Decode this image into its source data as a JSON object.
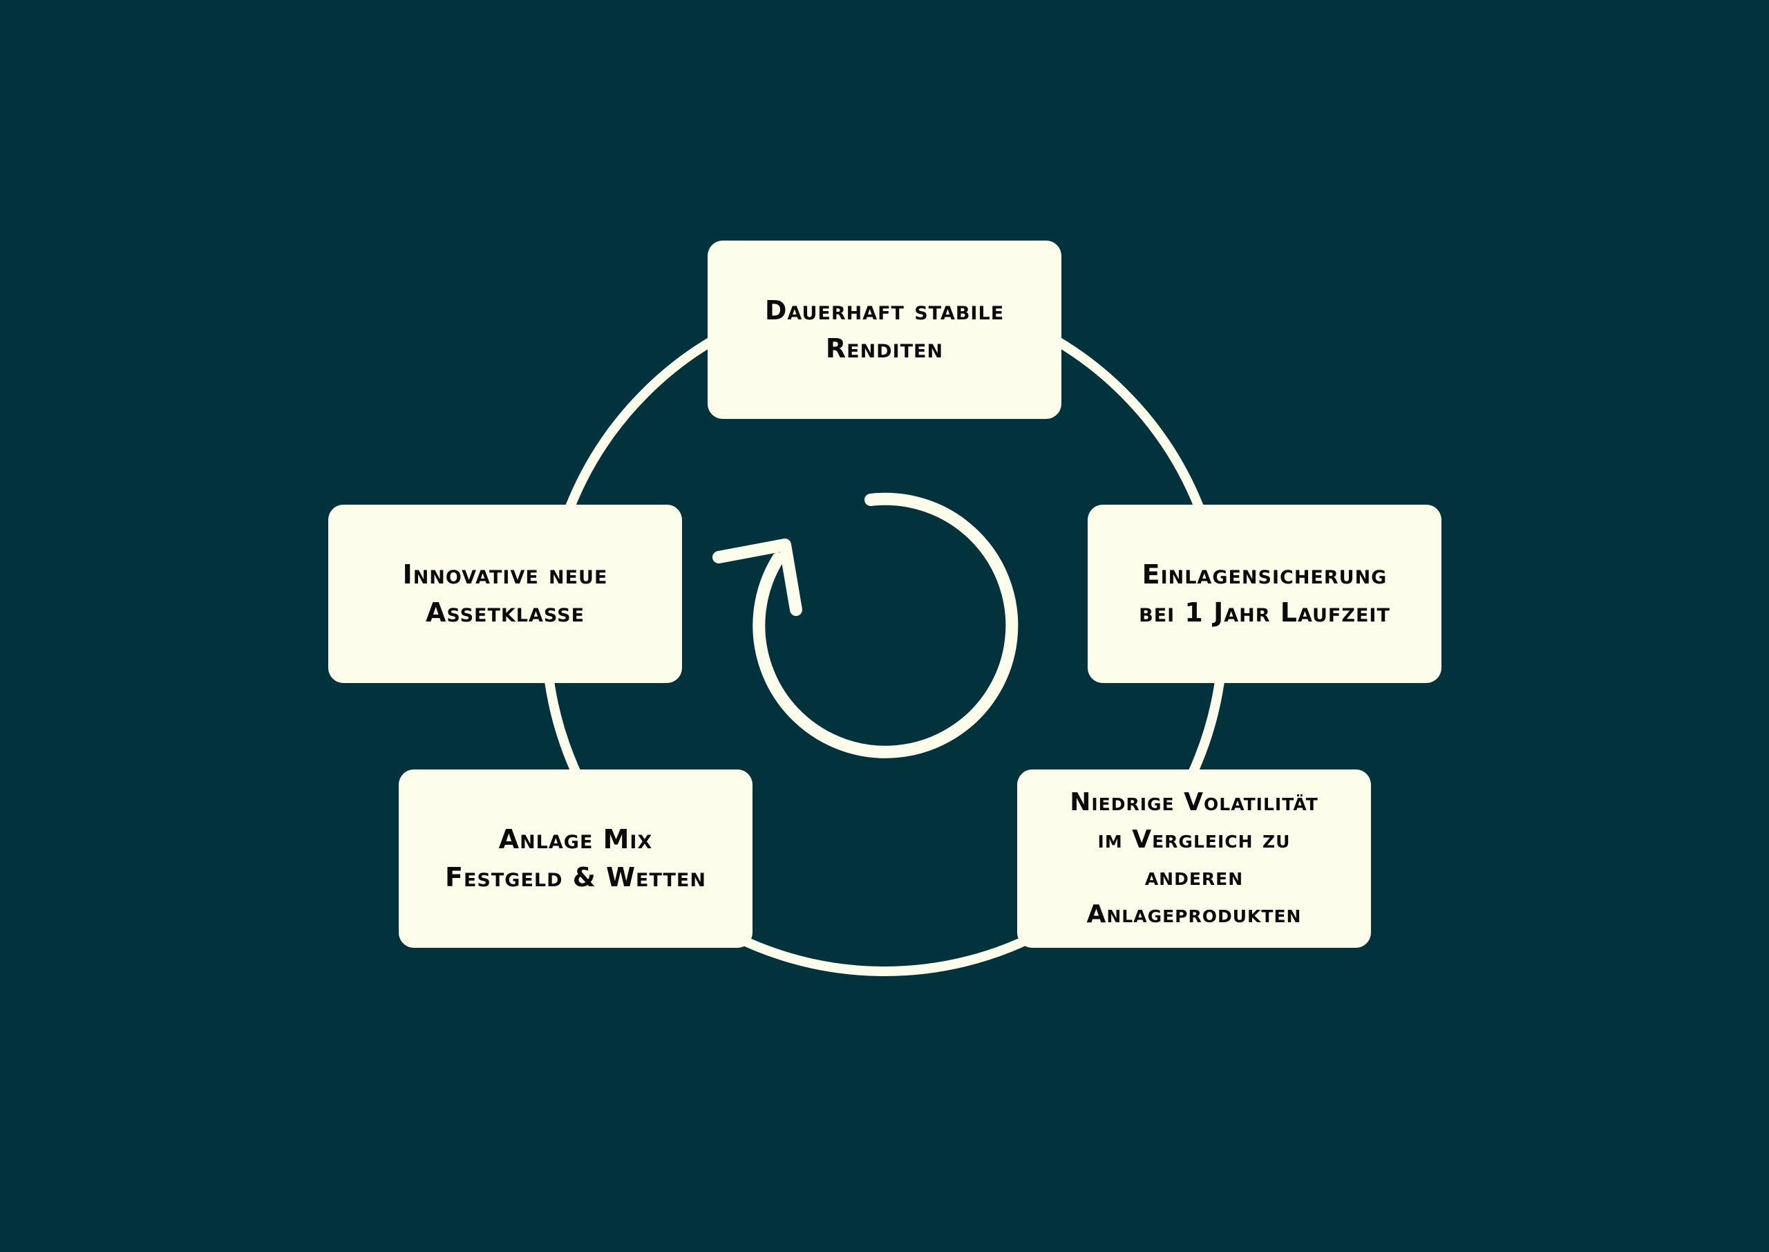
{
  "diagram": {
    "colors": {
      "background": "#02333d",
      "foreground": "#fdfdec",
      "text": "#0b0b0b"
    },
    "center_icon": "refresh-cycle-icon",
    "nodes": [
      {
        "id": "top",
        "label": "Dauerhaft stabile\nRenditen"
      },
      {
        "id": "right",
        "label": "Einlagensicherung\nbei 1 Jahr Laufzeit"
      },
      {
        "id": "bottom-right",
        "label": "Niedrige Volatilität\nim Vergleich zu\nanderen\nAnlageprodukten"
      },
      {
        "id": "bottom-left",
        "label": "Anlage Mix\nFestgeld & Wetten"
      },
      {
        "id": "left",
        "label": "Innovative neue\nAssetklasse"
      }
    ]
  }
}
